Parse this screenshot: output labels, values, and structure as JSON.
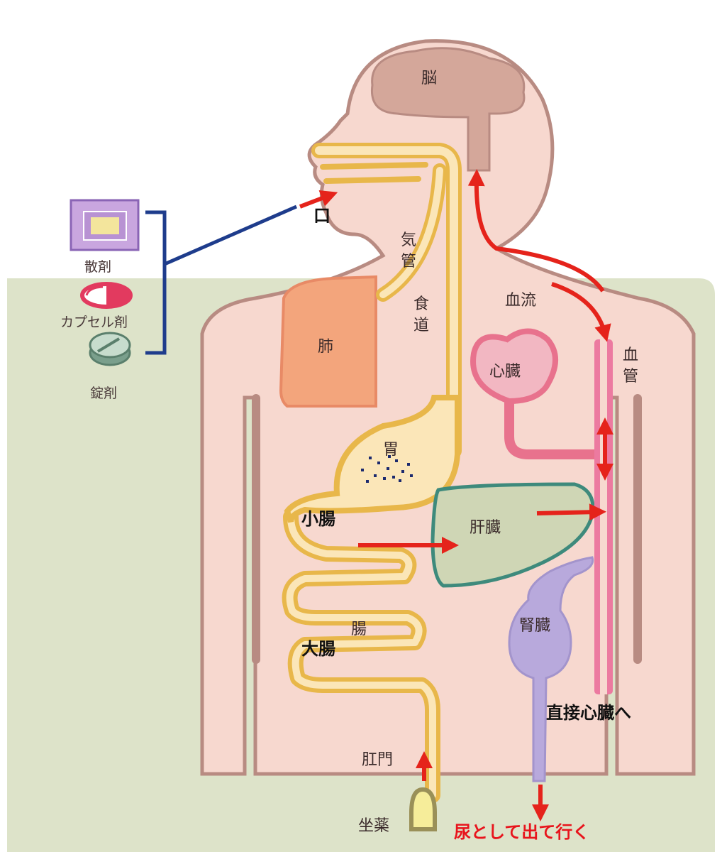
{
  "labels": {
    "brain": "脳",
    "mouth": "口",
    "trachea_1": "気",
    "trachea_2": "管",
    "esophagus_1": "食",
    "esophagus_2": "道",
    "lung": "肺",
    "blood_flow": "血流",
    "blood_vessel_1": "血",
    "blood_vessel_2": "管",
    "heart": "心臓",
    "stomach": "胃",
    "small_intestine": "小腸",
    "liver": "肝臓",
    "intestine": "腸",
    "large_intestine": "大腸",
    "kidney": "腎臓",
    "to_heart_directly": "直接心臓へ",
    "anus": "肛門",
    "suppository": "坐薬",
    "excreted_as_urine": "尿として出て行く"
  },
  "legend": {
    "powder": "散剤",
    "capsule": "カプセル剤",
    "tablet": "錠剤"
  },
  "colors": {
    "body": "#f7d8cf",
    "body_outline": "#b88b82",
    "background_lower": "#dde3c9",
    "digestive": "#e8b74a",
    "digestive_fill": "#fbe6b8",
    "brain": "#d4a79a",
    "lung": "#f3a57c",
    "heart": "#e8728d",
    "liver": "#cfd6b5",
    "liver_outline": "#3e8a7c",
    "kidney": "#b8a9dc",
    "vessel": "#e5457a",
    "arrow_red": "#e5231b",
    "legend_line": "#1e3c8c"
  }
}
